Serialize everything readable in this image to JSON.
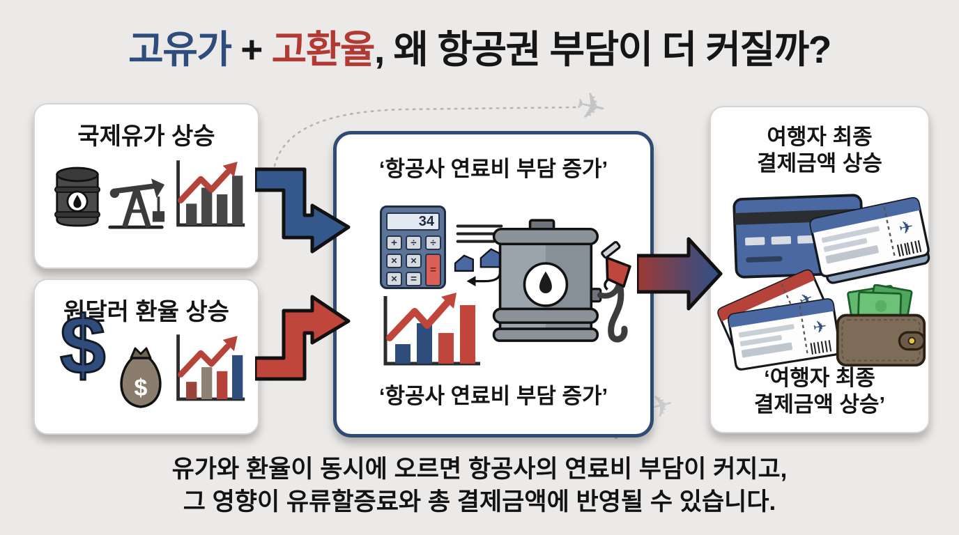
{
  "palette": {
    "background": "#ECEAE8",
    "card_bg": "#FFFFFF",
    "card_border": "#D6D3D1",
    "center_card_border": "#2E4A75",
    "title_blue": "#2E4D7C",
    "title_red": "#B13A34",
    "arrow_blue": "#35588C",
    "arrow_red": "#C0453A",
    "gradient_arrow_from": "#9E3A33",
    "gradient_arrow_to": "#2F4F88",
    "plane_gray": "#C5C5C5",
    "text": "#141414"
  },
  "title": {
    "highlight_blue": "고유가",
    "plus": " + ",
    "highlight_red": "고환율",
    "rest": ", 왜 항공권 부담이 더 커질까?"
  },
  "cards": {
    "oil": {
      "label": "국제유가 상승"
    },
    "fx": {
      "label": "원달러 환율 상승",
      "dollar_sign": "$",
      "moneybag_dollar": "$"
    },
    "center": {
      "quote_top": "‘항공사 연료비 부담 증가’",
      "quote_bottom": "‘항공사 연료비 부담 증가’",
      "calculator": {
        "display": "34",
        "keys": [
          "+",
          "÷",
          "÷",
          "×",
          "×",
          "×",
          "="
        ],
        "equals_key": "="
      }
    },
    "result": {
      "title_line1": "여행자 최종",
      "title_line2": "결제금액 상승",
      "quote_line1": "‘여행자 최종",
      "quote_line2": "결제금액 상승’"
    }
  },
  "caption": {
    "line1": "유가와 환율이 동시에 오르면 항공사의 연료비 부담이 커지고,",
    "line2": "그 영향이 유류할증료와 총 결제금액에 반영될 수 있습니다."
  },
  "icons": {
    "top_plane": "✈",
    "bottom_plane": "✈",
    "ticket_plane": "✈"
  }
}
